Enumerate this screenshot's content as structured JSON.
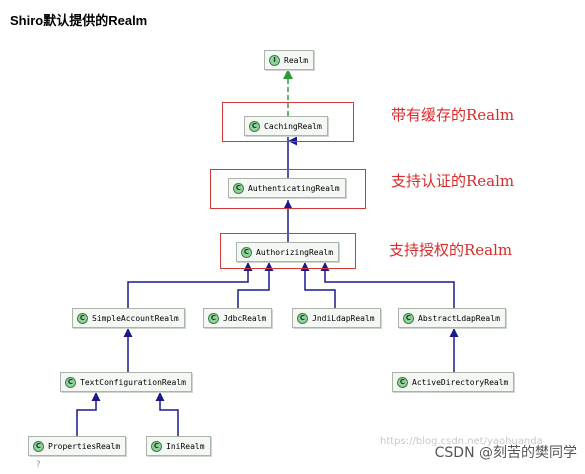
{
  "heading": "Shiro默认提供的Realm",
  "nodes": {
    "realm": {
      "label": "Realm",
      "icon": "I"
    },
    "caching": {
      "label": "CachingRealm",
      "icon": "C"
    },
    "authenticating": {
      "label": "AuthenticatingRealm",
      "icon": "C"
    },
    "authorizing": {
      "label": "AuthorizingRealm",
      "icon": "C"
    },
    "simple_account": {
      "label": "SimpleAccountRealm",
      "icon": "C"
    },
    "jdbc": {
      "label": "JdbcRealm",
      "icon": "C"
    },
    "jndi_ldap": {
      "label": "JndiLdapRealm",
      "icon": "C"
    },
    "abstract_ldap": {
      "label": "AbstractLdapRealm",
      "icon": "C"
    },
    "text_configuration": {
      "label": "TextConfigurationRealm",
      "icon": "C"
    },
    "active_directory": {
      "label": "ActiveDirectoryRealm",
      "icon": "C"
    },
    "properties": {
      "label": "PropertiesRealm",
      "icon": "C"
    },
    "ini": {
      "label": "IniRealm",
      "icon": "C"
    }
  },
  "annotations": {
    "caching": "带有缓存的Realm",
    "authenticating": "支持认证的Realm",
    "authorizing": "支持授权的Realm"
  },
  "watermark": "https://blog.csdn.net/yaohuanda",
  "footer": "CSDN @刻苦的樊同学",
  "corner_mark": "?",
  "colors": {
    "inherit_arrow": "#1a1a8c",
    "implements_arrow": "#2f9a3a",
    "annotation_red": "#d92b2b"
  }
}
